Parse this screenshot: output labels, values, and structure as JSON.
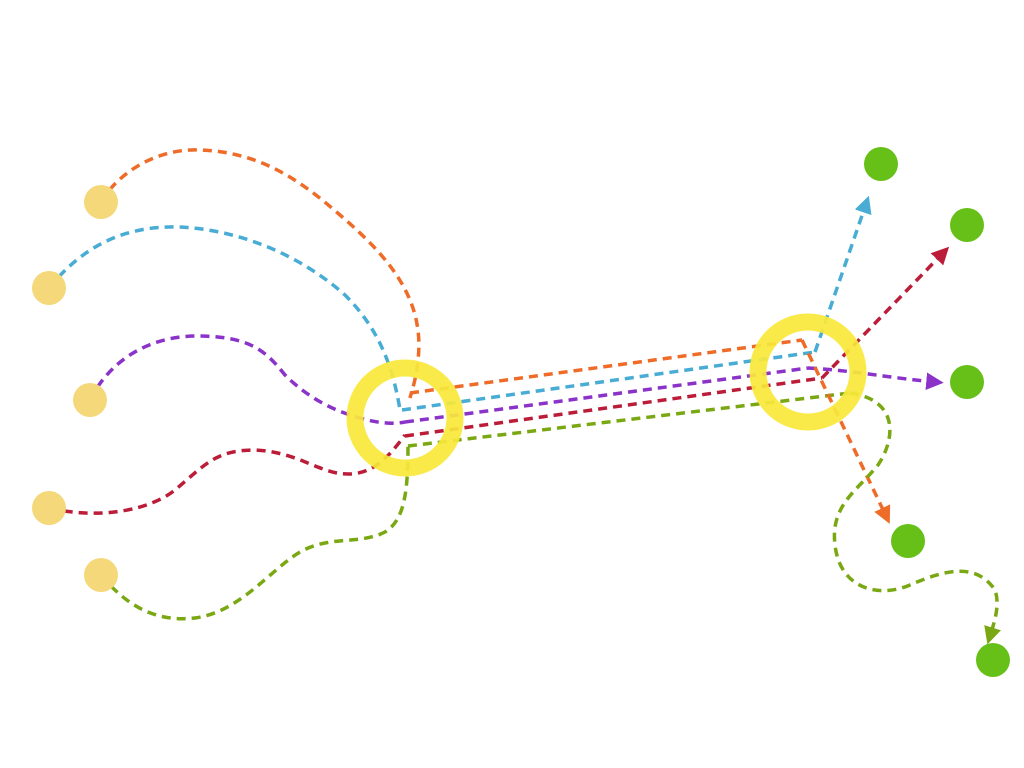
{
  "colors": {
    "background": "#ffffff",
    "source_node": "#f4d87a",
    "target_node": "#66c018",
    "hub_ring": "#f9e83a"
  },
  "flows": [
    {
      "id": "orange",
      "color": "#ee6b28"
    },
    {
      "id": "blue",
      "color": "#48acd4"
    },
    {
      "id": "purple",
      "color": "#8b32c8"
    },
    {
      "id": "red",
      "color": "#bb1c38"
    },
    {
      "id": "green",
      "color": "#7aa812"
    }
  ],
  "sources": [
    "orange",
    "blue",
    "purple",
    "red",
    "green"
  ],
  "targets": [
    "blue",
    "red",
    "purple",
    "orange",
    "green"
  ],
  "hubs": [
    "left-hub",
    "right-hub"
  ]
}
